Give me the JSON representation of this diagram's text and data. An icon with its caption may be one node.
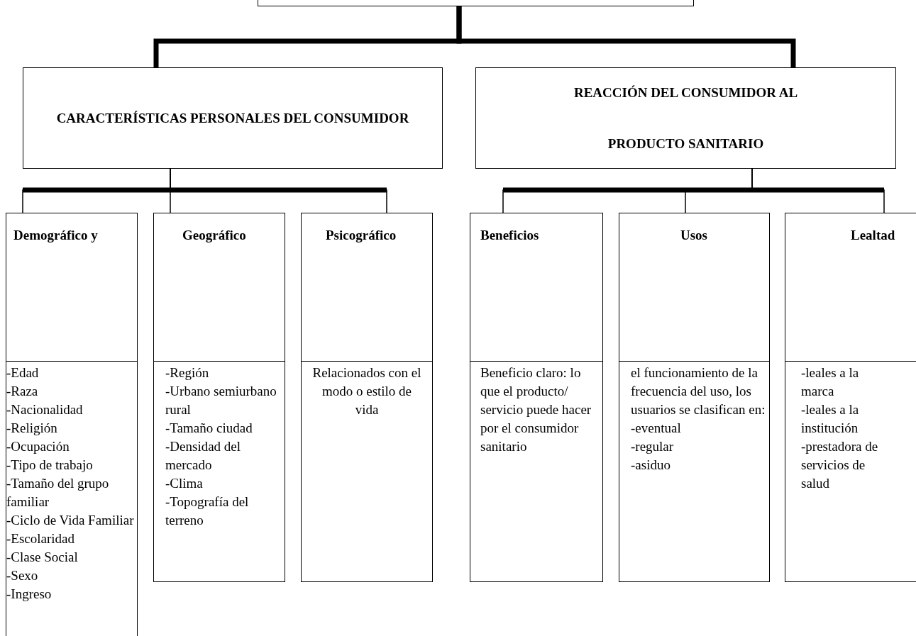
{
  "diagram": {
    "nodes": [
      {
        "text": [],
        "shape": "box"
      },
      {
        "text": [
          "CARACTERÍSTICAS PERSONALES DEL CONSUMIDOR"
        ]
      },
      {
        "text": [
          "REACCIÓN DEL CONSUMIDOR AL PRODUCTO SANITARIO"
        ]
      },
      {
        "text": [
          "Demográfico y",
          "-Edad",
          "-Raza",
          "-Nacionalidad",
          "-Religión",
          "-Ocupación",
          "-Tipo de trabajo",
          "-Tamaño del grupo familiar",
          "-Ciclo de Vida Familiar",
          "-Escolaridad",
          "-Clase Social",
          "-Sexo",
          "-Ingreso"
        ]
      },
      {
        "text": [
          "Geográfico",
          "-Región",
          "-Urbano semiurbano rural",
          "-Tamaño ciudad",
          "-Densidad del mercado",
          "-Clima",
          "-Topografía del terreno"
        ]
      },
      {
        "text": [
          "Psicográfico",
          "Relacionados con el modo o estilo de vida"
        ]
      },
      {
        "text": [
          "Beneficios",
          "Beneficio claro: lo que el producto/ servicio puede hacer por el consumidor sanitario"
        ]
      },
      {
        "text": [
          "Usos",
          "el funcionamiento de la frecuencia del uso, los usuarios se clasifican en:",
          "-eventual",
          "-regular",
          "-asiduo"
        ]
      },
      {
        "text": [
          "Lealtad",
          "-leales a la marca",
          "-leales a la institución",
          "-prestadora de servicios de salud"
        ]
      }
    ],
    "edges": [
      {
        "from": 0,
        "to": 1,
        "arrow": "none",
        "style": "thick"
      },
      {
        "from": 0,
        "to": 2,
        "arrow": "none",
        "style": "thick"
      },
      {
        "from": 1,
        "to": 3,
        "arrow": "none"
      },
      {
        "from": 1,
        "to": 4,
        "arrow": "none"
      },
      {
        "from": 1,
        "to": 5,
        "arrow": "none"
      },
      {
        "from": 2,
        "to": 6,
        "arrow": "none"
      },
      {
        "from": 2,
        "to": 7,
        "arrow": "none"
      },
      {
        "from": 2,
        "to": 8,
        "arrow": "none"
      }
    ]
  }
}
